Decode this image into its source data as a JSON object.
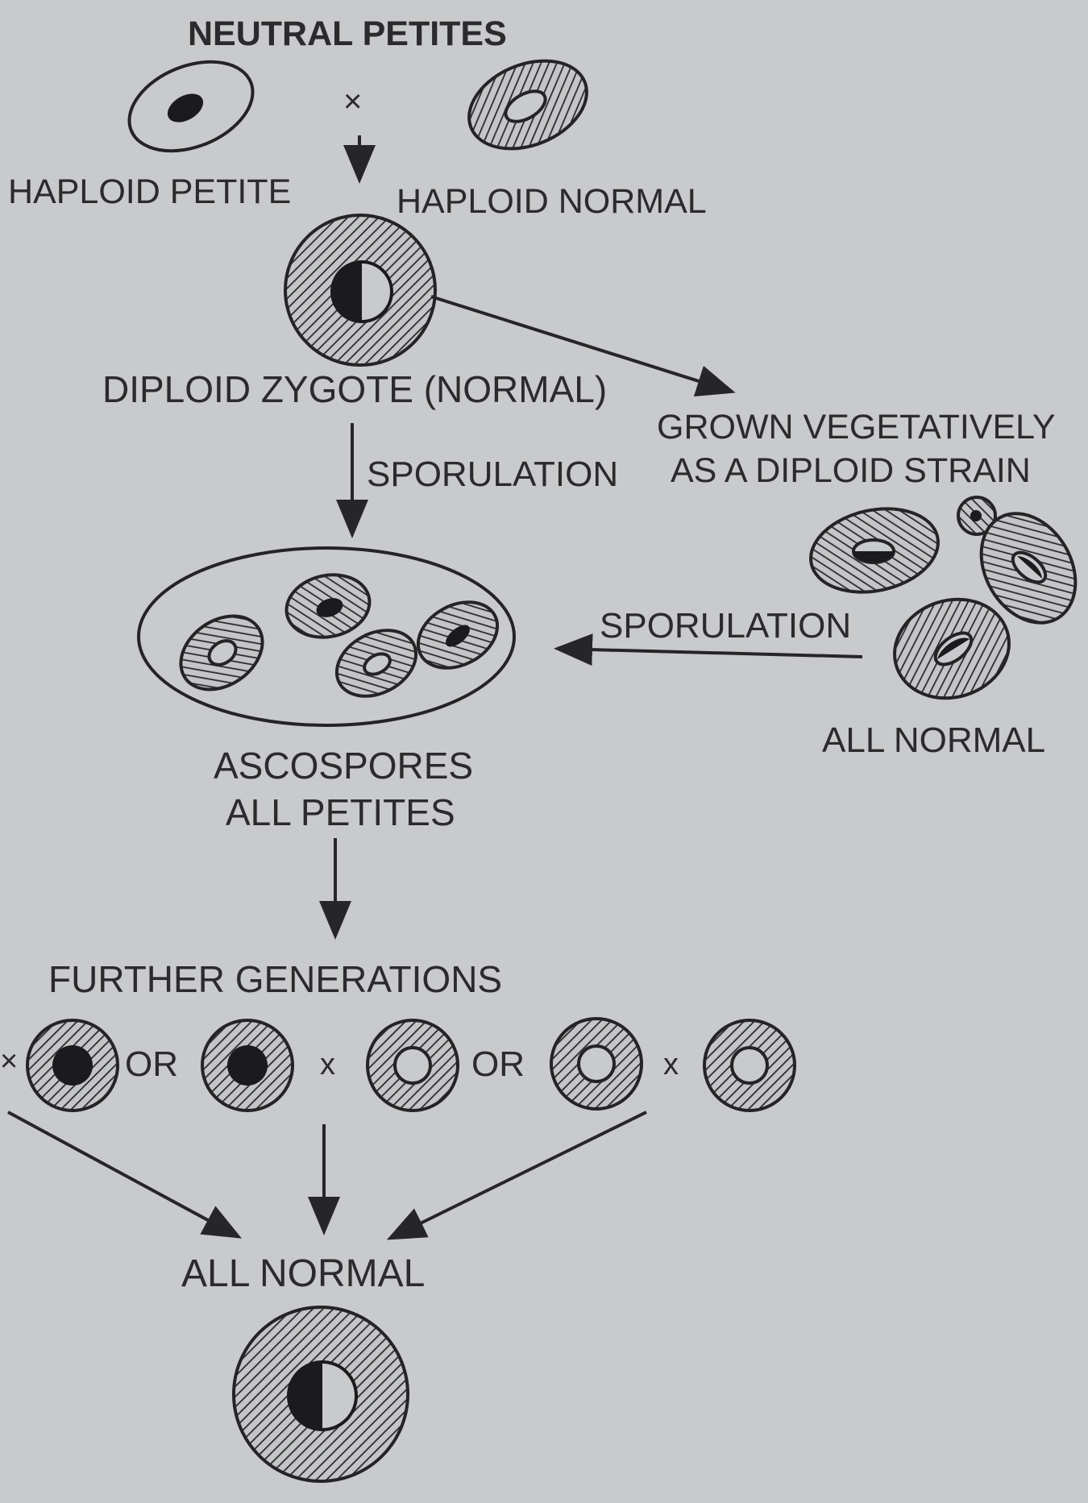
{
  "labels": {
    "title": "NEUTRAL PETITES",
    "cross_symbol": "×",
    "haploid_petite": "HAPLOID PETITE",
    "haploid_normal": "HAPLOID NORMAL",
    "diploid_zygote": "DIPLOID ZYGOTE (NORMAL)",
    "grown_line1": "GROWN VEGETATIVELY",
    "grown_line2": "AS A DIPLOID STRAIN",
    "sporulation_down": "SPORULATION",
    "sporulation_left": "SPORULATION",
    "all_normal_right": "ALL NORMAL",
    "ascospores_line1": "ASCOSPORES",
    "ascospores_line2": "ALL PETITES",
    "further_generations": "FURTHER GENERATIONS",
    "cross_left": "×",
    "or_1": "OR",
    "cross_mid": "x",
    "or_2": "OR",
    "cross_right": "x",
    "all_normal_bottom": "ALL NORMAL"
  }
}
